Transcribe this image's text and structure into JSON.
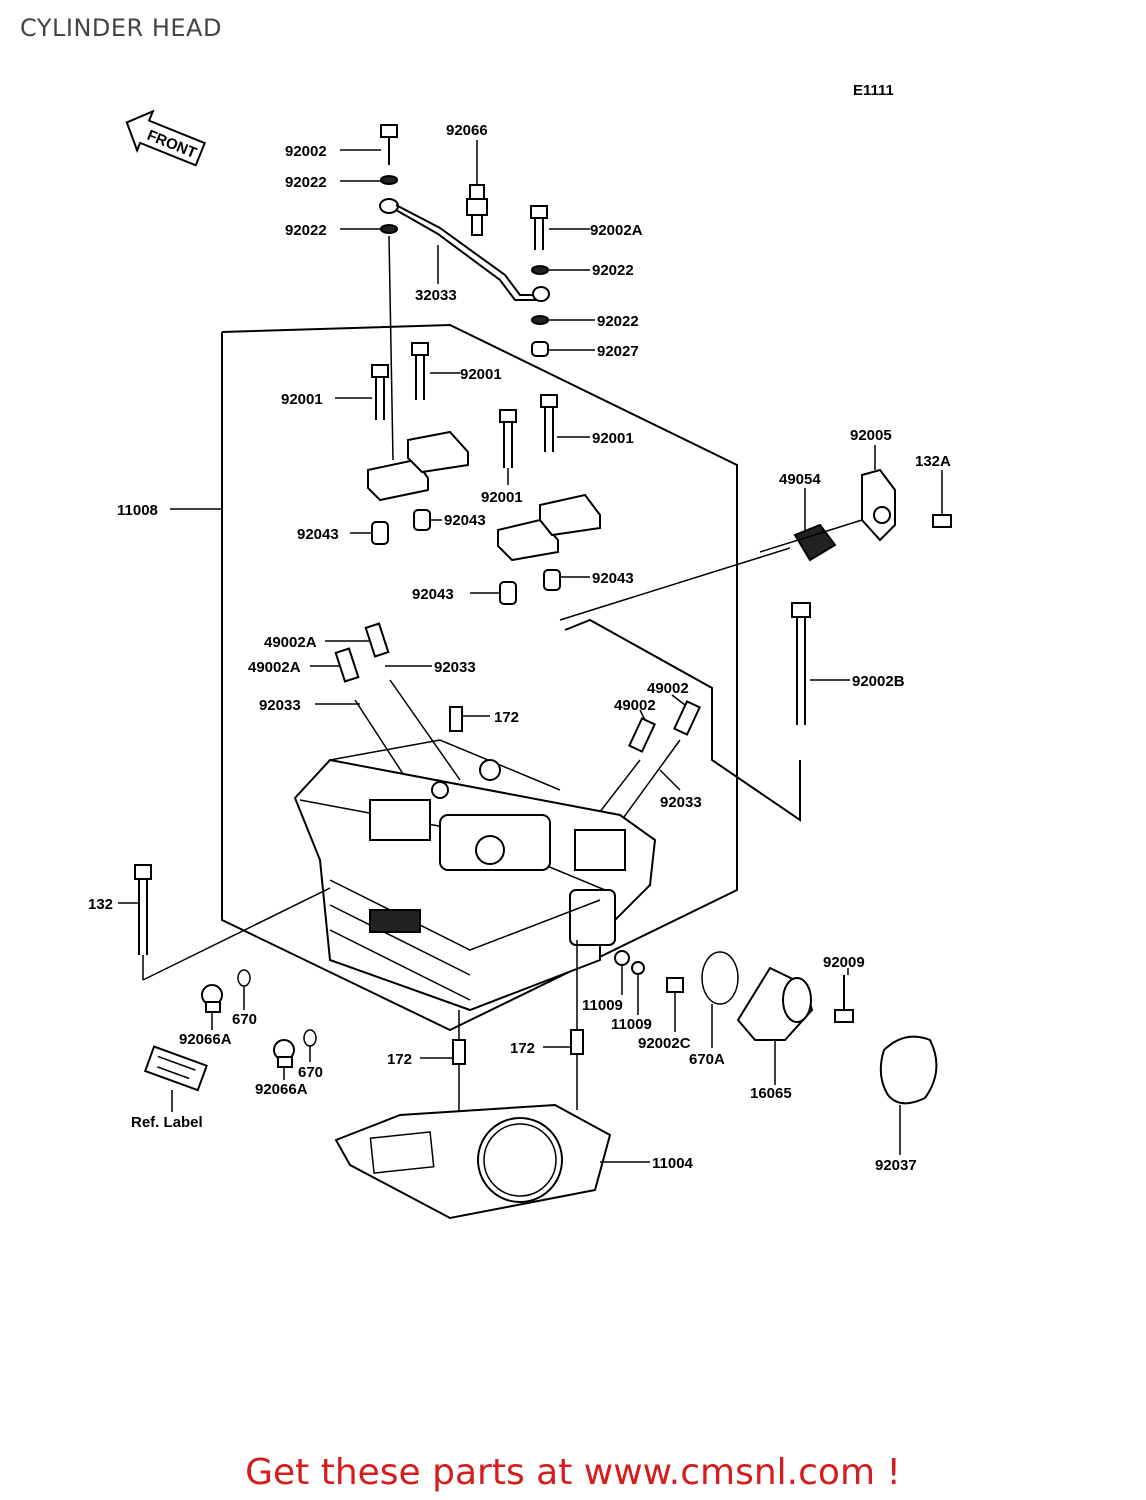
{
  "page": {
    "title": "CYLINDER HEAD",
    "diagram_code": "E1111",
    "front_arrow": "FRONT",
    "footer": "Get these parts at www.cmsnl.com !"
  },
  "parts": {
    "p92002": "92002",
    "p92022a": "92022",
    "p92022b": "92022",
    "p92066": "92066",
    "p92002A": "92002A",
    "p92022c": "92022",
    "p32033": "32033",
    "p92022d": "92022",
    "p92027": "92027",
    "p92001a": "92001",
    "p92001b": "92001",
    "p92001c": "92001",
    "p92001d": "92001",
    "p11008": "11008",
    "p92043a": "92043",
    "p92043b": "92043",
    "p92043c": "92043",
    "p92043d": "92043",
    "p92005": "92005",
    "p132A": "132A",
    "p49054": "49054",
    "p92002B": "92002B",
    "p49002Aa": "49002A",
    "p49002Ab": "49002A",
    "p92033a": "92033",
    "p92033b": "92033",
    "p172a": "172",
    "p49002a": "49002",
    "p49002b": "49002",
    "p92033c": "92033",
    "p132": "132",
    "p92066Aa": "92066A",
    "p670a": "670",
    "p92066Ab": "92066A",
    "p670b": "670",
    "p11009a": "11009",
    "p11009b": "11009",
    "p92002C": "92002C",
    "p670A": "670A",
    "p16065": "16065",
    "p92009": "92009",
    "p92037": "92037",
    "p172b": "172",
    "p172c": "172",
    "p11004": "11004",
    "ref_label": "Ref. Label"
  }
}
